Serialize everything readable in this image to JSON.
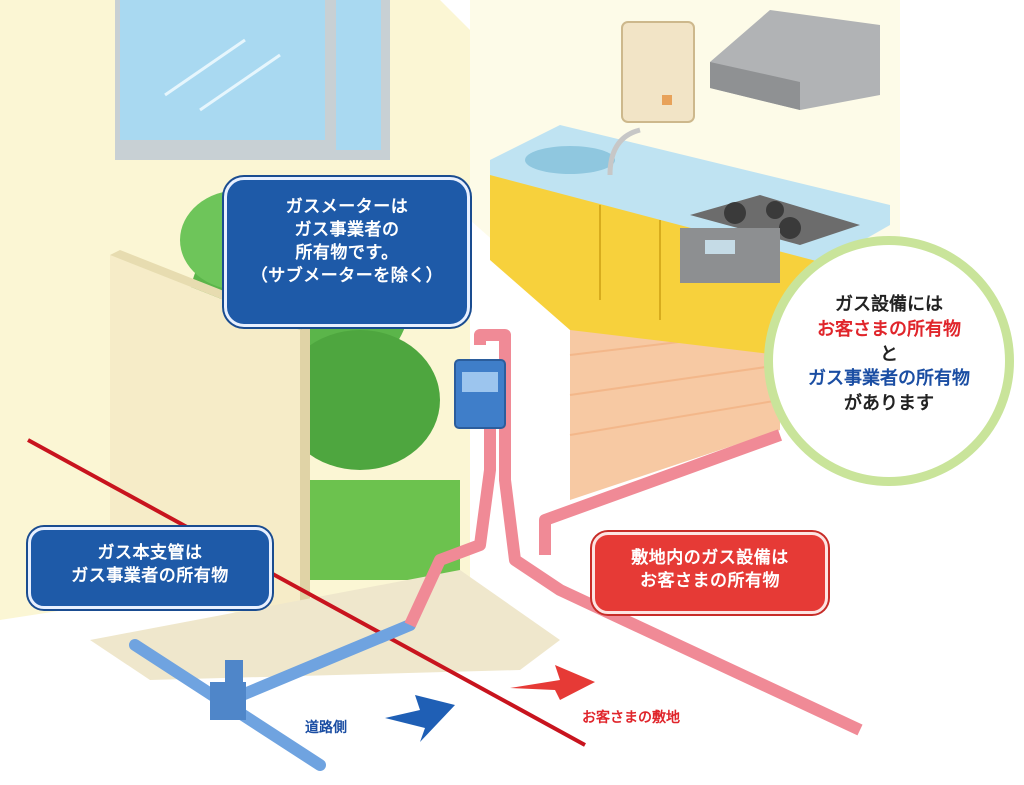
{
  "callouts": {
    "meter_lines": [
      "ガスメーターは",
      "ガス事業者の",
      "所有物です。",
      "（サブメーターを除く）"
    ],
    "main_pipe_lines": [
      "ガス本支管は",
      "ガス事業者の所有物"
    ],
    "customer_equipment_lines": [
      "敷地内のガス設備は",
      "お客さまの所有物"
    ]
  },
  "info_circle": {
    "line1": "ガス設備には",
    "line2": "お客さまの所有物",
    "line3": "と",
    "line4": "ガス事業者の所有物",
    "line5": "があります"
  },
  "labels": {
    "road_side": "道路側",
    "customer_premises": "お客さまの敷地"
  },
  "colors": {
    "gas_company": "#1e5aa8",
    "customer": "#e63a36",
    "customer_pipe": "#f08a96",
    "main_pipe": "#6fa3e0",
    "boundary_line": "#c8141e",
    "circle_border": "#c9e49a"
  }
}
